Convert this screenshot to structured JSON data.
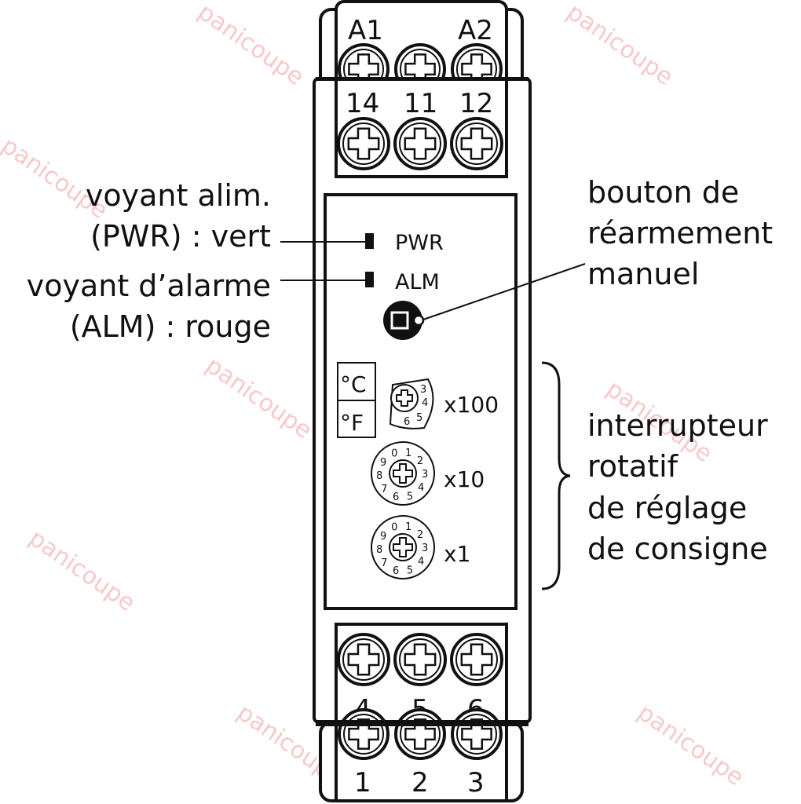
{
  "terminals": {
    "top_outer": [
      "A1",
      "A2"
    ],
    "top_inner": [
      "14",
      "11",
      "12"
    ],
    "bottom_inner": [
      "4",
      "5",
      "6"
    ],
    "bottom_outer": [
      "1",
      "2",
      "3"
    ]
  },
  "panel": {
    "led_pwr": "PWR",
    "led_alm": "ALM",
    "unit_c": "°C",
    "unit_f": "°F",
    "dial_x100_label": "x100",
    "dial_x10_label": "x10",
    "dial_x1_label": "x1",
    "dial_x100_digits": [
      "3",
      "4",
      "5",
      "6"
    ],
    "dial_digits": [
      "0",
      "1",
      "2",
      "3",
      "4",
      "5",
      "6",
      "7",
      "8",
      "9"
    ]
  },
  "callouts": {
    "pwr_led": [
      "voyant alim.",
      "(PWR) : vert"
    ],
    "alm_led": [
      "voyant d’alarme",
      "(ALM) : rouge"
    ],
    "reset_button": [
      "bouton de",
      "réarmement",
      "manuel"
    ],
    "setpoint_switch": [
      "interrupteur",
      "rotatif",
      "de réglage",
      "de consigne"
    ]
  },
  "watermark": "panicoupe",
  "colors": {
    "line": "#111111",
    "watermark": "#e88888"
  }
}
